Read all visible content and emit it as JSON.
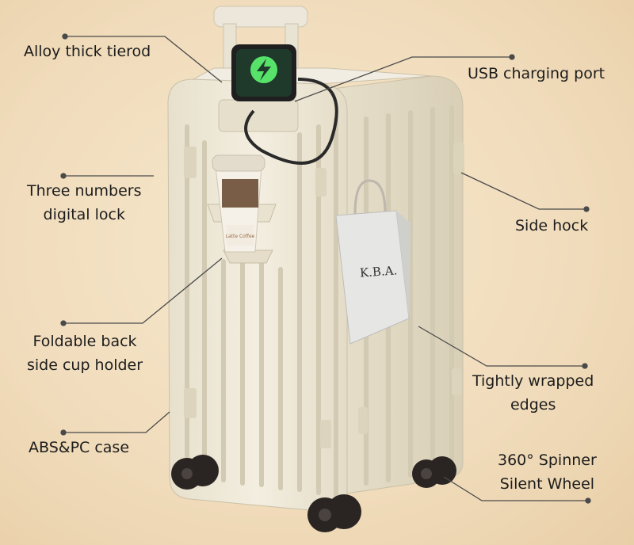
{
  "labels": {
    "tierod": [
      "Alloy thick tierod"
    ],
    "usb": [
      "USB charging port"
    ],
    "lock": [
      "Three numbers",
      "digital lock"
    ],
    "side_hock": [
      "Side hock"
    ],
    "cup_holder": [
      "Foldable back",
      "side cup holder"
    ],
    "edges": [
      "Tightly wrapped",
      "edges"
    ],
    "case": [
      "ABS&PC case"
    ],
    "wheel": [
      "360° Spinner",
      "Silent Wheel"
    ]
  },
  "bag_text": "K.B.A.",
  "cup_text": "Latte Coffee",
  "colors": {
    "background": "#f1ddbd",
    "suitcase": "#efe9d9",
    "wheel": "#2a2522",
    "phone_screen": "#1f3a2a",
    "charge_icon": "#57e36a",
    "text": "#1c1c1c",
    "leader_line": "#4a4a4a"
  }
}
